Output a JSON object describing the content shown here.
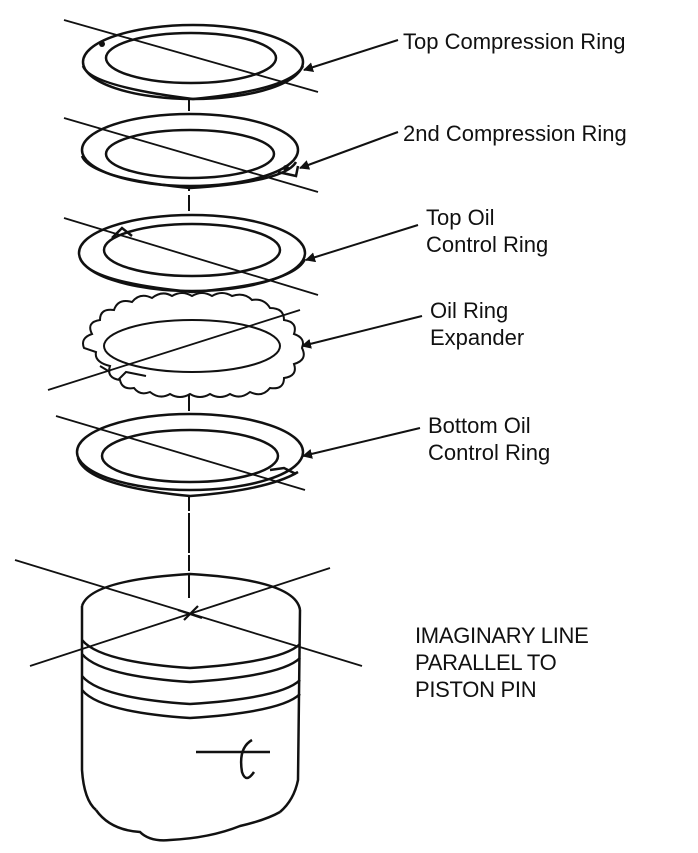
{
  "labels": {
    "top_compression": [
      "Top Compression Ring"
    ],
    "second_compression": [
      "2nd Compression Ring"
    ],
    "top_oil_control": [
      "Top Oil",
      "Control Ring"
    ],
    "oil_ring_expander": [
      "Oil Ring",
      "Expander"
    ],
    "bottom_oil_control": [
      "Bottom Oil",
      "Control Ring"
    ]
  },
  "caption": [
    "IMAGINARY LINE",
    "PARALLEL TO",
    "PISTON PIN"
  ],
  "colors": {
    "ink": "#111111",
    "paper": "#ffffff"
  }
}
